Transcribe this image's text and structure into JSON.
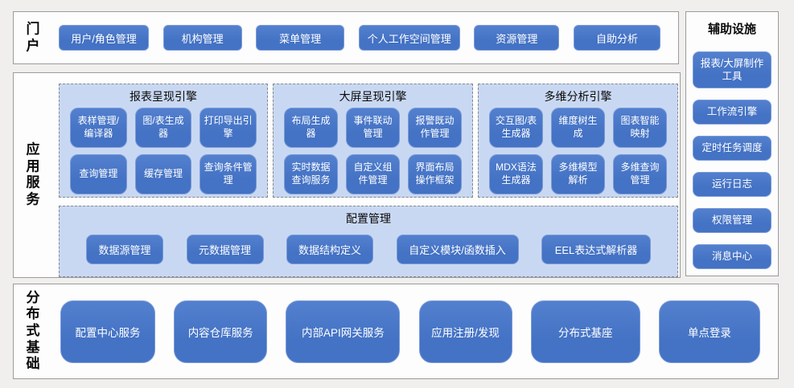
{
  "diagram": {
    "portal": {
      "label": "门户",
      "items": [
        "用户/角色管理",
        "机构管理",
        "菜单管理",
        "个人工作空间管理",
        "资源管理",
        "自助分析"
      ]
    },
    "app_services": {
      "label": "应用服务",
      "engines": [
        {
          "title": "报表呈现引擎",
          "items": [
            "表样管理/编译器",
            "图/表生成器",
            "打印导出引擎",
            "查询管理",
            "缓存管理",
            "查询条件管理"
          ]
        },
        {
          "title": "大屏呈现引擎",
          "items": [
            "布局生成器",
            "事件联动管理",
            "报警既动作管理",
            "实时数据查询服务",
            "自定义组件管理",
            "界面布局操作框架"
          ]
        },
        {
          "title": "多维分析引擎",
          "items": [
            "交互图/表生成器",
            "维度树生成",
            "图表智能映射",
            "MDX语法生成器",
            "多维模型解析",
            "多维查询管理"
          ]
        }
      ],
      "config": {
        "title": "配置管理",
        "items": [
          "数据源管理",
          "元数据管理",
          "数据结构定义",
          "自定义模块/函数插入",
          "EEL表达式解析器"
        ]
      }
    },
    "auxiliary": {
      "title": "辅助设施",
      "items": [
        "报表/大屏制作工具",
        "工作流引擎",
        "定时任务调度",
        "运行日志",
        "权限管理",
        "消息中心"
      ]
    },
    "distributed": {
      "label": "分布式基础",
      "items": [
        "配置中心服务",
        "内容仓库服务",
        "内部API网关服务",
        "应用注册/发现",
        "分布式基座",
        "单点登录"
      ]
    }
  },
  "colors": {
    "node_blue": "#4472c4",
    "node_border": "#7b9bd8",
    "panel_fill": "#c9d8f2",
    "panel_dash_border": "#85888c",
    "section_border": "#9b9b9b",
    "section_fill": "#fdfdfd",
    "background": "#f0efed",
    "node_text": "#ffffff",
    "label_text": "#0a0a0a"
  }
}
